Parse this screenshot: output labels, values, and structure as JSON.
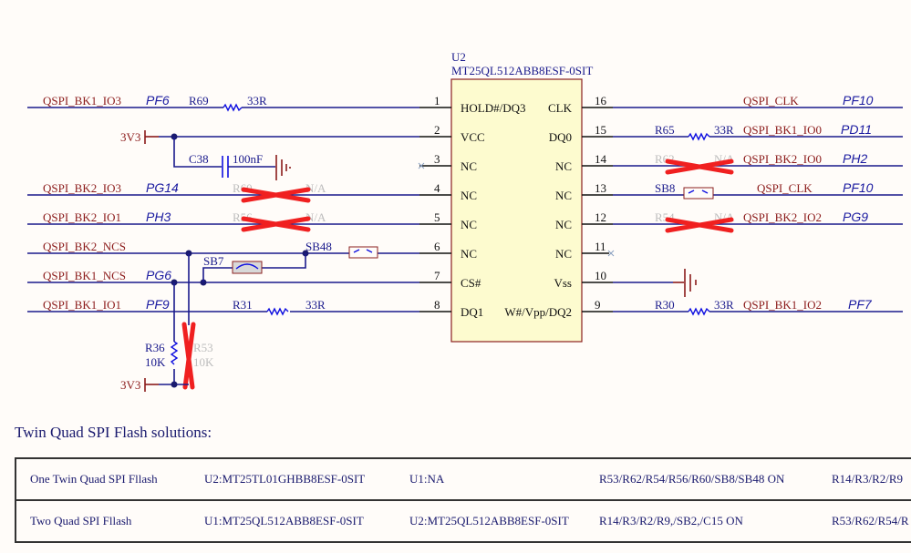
{
  "chip": {
    "ref": "U2",
    "part": "MT25QL512ABB8ESF-0SIT",
    "left_pins": [
      {
        "num": "1",
        "name": "HOLD#/DQ3"
      },
      {
        "num": "2",
        "name": "VCC"
      },
      {
        "num": "3",
        "name": "NC"
      },
      {
        "num": "4",
        "name": "NC"
      },
      {
        "num": "5",
        "name": "NC"
      },
      {
        "num": "6",
        "name": "NC"
      },
      {
        "num": "7",
        "name": "CS#"
      },
      {
        "num": "8",
        "name": "DQ1"
      }
    ],
    "right_pins": [
      {
        "num": "16",
        "name": "CLK"
      },
      {
        "num": "15",
        "name": "DQ0"
      },
      {
        "num": "14",
        "name": "NC"
      },
      {
        "num": "13",
        "name": "NC"
      },
      {
        "num": "12",
        "name": "NC"
      },
      {
        "num": "11",
        "name": "NC"
      },
      {
        "num": "10",
        "name": "Vss"
      },
      {
        "num": "9",
        "name": "W#/Vpp/DQ2"
      }
    ]
  },
  "left_nets": [
    {
      "net": "QSPI_BK1_IO3",
      "port": "PF6",
      "ref": "R69",
      "value": "33R"
    },
    {
      "power": "3V3",
      "cap_ref": "C38",
      "cap_value": "100nF"
    },
    {
      "net": "QSPI_BK2_IO3",
      "port": "PG14",
      "ref": "R60",
      "value": "N/A"
    },
    {
      "net": "QSPI_BK2_IO1",
      "port": "PH3",
      "ref": "R56",
      "value": "N/A"
    },
    {
      "net": "QSPI_BK2_NCS",
      "ref": "SB48"
    },
    {
      "net": "QSPI_BK1_NCS",
      "port": "PG6",
      "ref": "SB7"
    },
    {
      "net": "QSPI_BK1_IO1",
      "port": "PF9",
      "ref": "R31",
      "value": "33R"
    }
  ],
  "pullups": {
    "r36_ref": "R36",
    "r36_value": "10K",
    "r53_ref": "R53",
    "r53_value": "10K",
    "power": "3V3"
  },
  "right_nets": [
    {
      "net": "QSPI_CLK",
      "port": "PF10"
    },
    {
      "net": "QSPI_BK1_IO0",
      "port": "PD11",
      "ref": "R65",
      "value": "33R"
    },
    {
      "net": "QSPI_BK2_IO0",
      "port": "PH2",
      "ref": "R62",
      "value": "N/A"
    },
    {
      "net": "QSPI_CLK",
      "port": "PF10",
      "ref": "SB8"
    },
    {
      "net": "QSPI_BK2_IO2",
      "port": "PG9",
      "ref": "R54",
      "value": "N/A"
    },
    {
      "net": "QSPI_BK1_IO2",
      "port": "PF7",
      "ref": "R30",
      "value": "33R"
    }
  ],
  "solutions": {
    "title": "Twin Quad SPI Flash solutions:",
    "rows": [
      [
        "One Twin Quad SPI Fllash",
        "U2:MT25TL01GHBB8ESF-0SIT",
        "U1:NA",
        "R53/R62/R54/R56/R60/SB8/SB48  ON",
        "R14/R3/R2/R9"
      ],
      [
        "Two Quad SPI Fllash",
        "U1:MT25QL512ABB8ESF-0SIT",
        "U2:MT25QL512ABB8ESF-0SIT",
        "R14/R3/R2/R9,/SB2,/C15 ON",
        "R53/R62/R54/R"
      ]
    ]
  }
}
